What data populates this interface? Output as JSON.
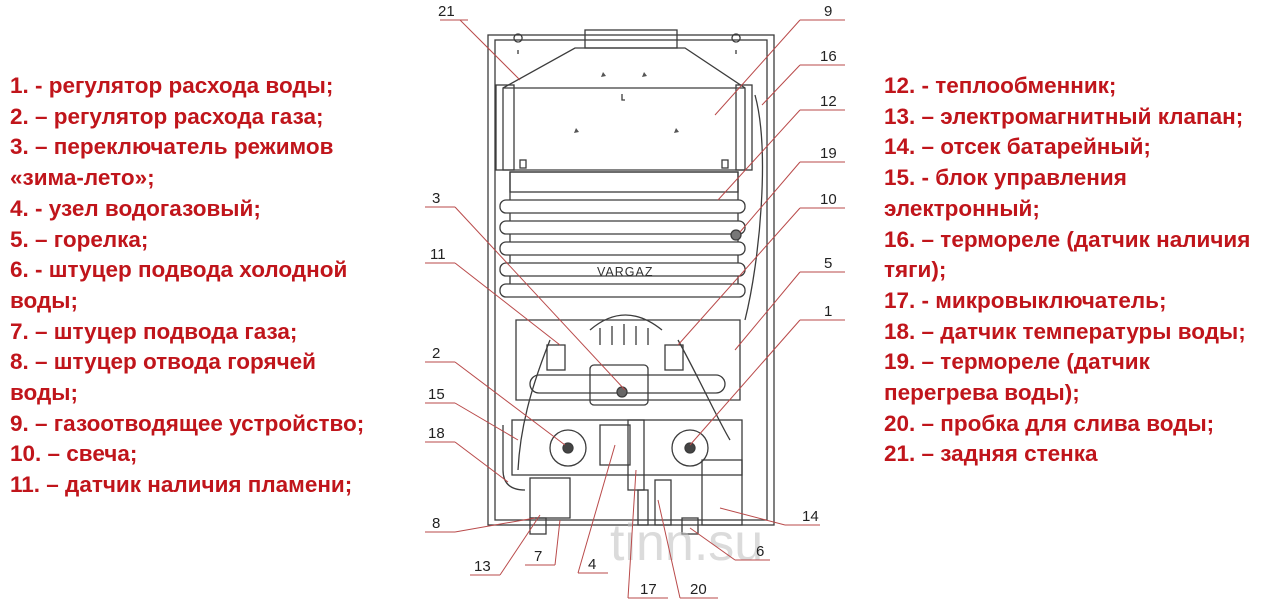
{
  "legend_left": [
    "1. - регулятор расхода воды;",
    "2. – регулятор расхода газа;",
    "3. – переключатель режимов",
    "«зима-лето»;",
    "4. -  узел водогазовый;",
    "5. – горелка;",
    "6. -  штуцер подвода холодной",
    "воды;",
    "7. – штуцер подвода газа;",
    "8. – штуцер отвода горячей",
    "воды;",
    "9. – газоотводящее устройство;",
    "10. – свеча;",
    "11. – датчик наличия пламени;"
  ],
  "legend_right": [
    "12. - теплообменник;",
    "13. –  электромагнитный клапан;",
    "14. –  отсек батарейный;",
    "15. -  блок управления",
    "электронный;",
    "16. – термореле (датчик наличия",
    "тяги);",
    "17. - микровыключатель;",
    "18. – датчик температуры воды;",
    "19. – термореле (датчик",
    "перегрева воды);",
    "20. – пробка для слива воды;",
    "21. – задняя стенка"
  ],
  "diagram": {
    "brand": "VARGAZ",
    "watermark": "tinn.su",
    "callouts": [
      "21",
      "9",
      "16",
      "12",
      "19",
      "10",
      "5",
      "1",
      "3",
      "11",
      "2",
      "15",
      "18",
      "8",
      "13",
      "7",
      "4",
      "17",
      "20",
      "14",
      "6"
    ]
  },
  "colors": {
    "legend_text": "#c0151b",
    "leader_line": "#b94a4a",
    "drawing_line": "#3c3c3c"
  }
}
